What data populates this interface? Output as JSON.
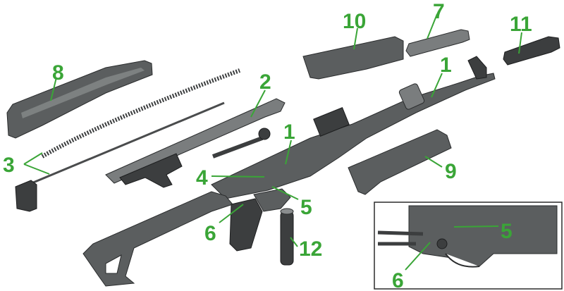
{
  "labels": {
    "l1a": "1",
    "l1b": "1",
    "l2": "2",
    "l3": "3",
    "l4": "4",
    "l5a": "5",
    "l5b": "5",
    "l6a": "6",
    "l6b": "6",
    "l7": "7",
    "l8": "8",
    "l9": "9",
    "l10": "10",
    "l11": "11",
    "l12": "12"
  },
  "colors": {
    "callout": "#3aa537",
    "metal": "#5b5e5f"
  }
}
